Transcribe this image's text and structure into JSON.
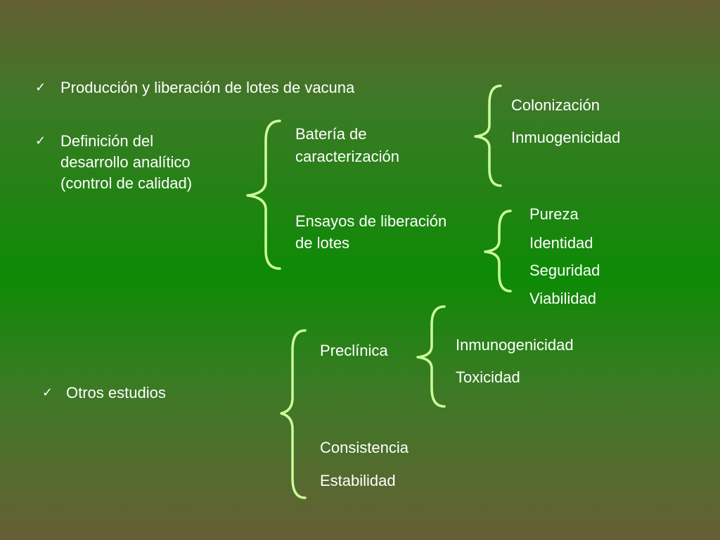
{
  "bullets": [
    {
      "check": "✓",
      "text": "Producción y liberación de lotes de vacuna"
    },
    {
      "check": "✓",
      "lines": [
        "Definición del",
        "desarrollo analítico",
        "(control de calidad)"
      ]
    },
    {
      "check": "✓",
      "text": "Otros estudios"
    }
  ],
  "analytic": {
    "bateria": [
      "Batería de",
      "caracterización"
    ],
    "bateria_items": [
      "Colonización",
      "Inmuogenicidad"
    ],
    "ensayos": [
      "Ensayos de liberación",
      "de lotes"
    ],
    "ensayos_items": [
      "Pureza",
      "Identidad",
      "Seguridad",
      "Viabilidad"
    ]
  },
  "otros": {
    "preclinica": "Preclínica",
    "preclinica_items": [
      "Inmunogenicidad",
      "Toxicidad"
    ],
    "consistencia": "Consistencia",
    "estabilidad": "Estabilidad"
  },
  "colors": {
    "brace": "#ccff99",
    "text": "#ffffff"
  }
}
